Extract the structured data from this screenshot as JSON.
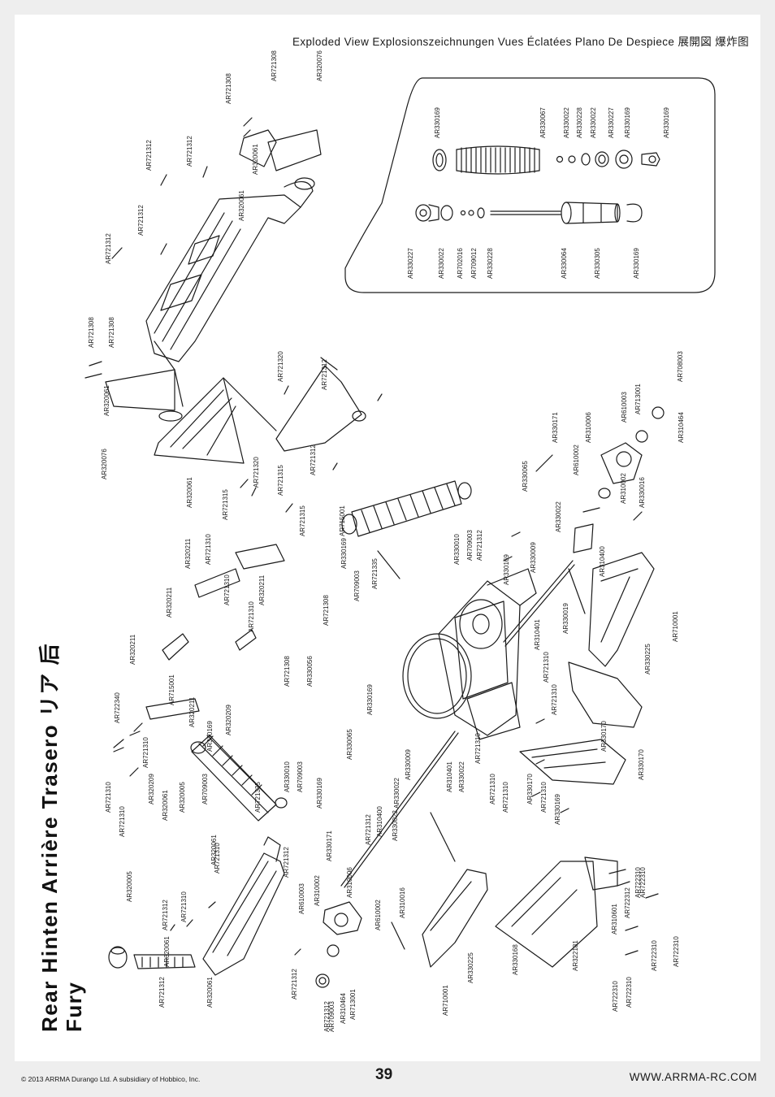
{
  "header": {
    "subtitle": "Exploded View  Explosionszeichnungen  Vues Éclatées  Plano De Despiece  展開図  爆炸图"
  },
  "title": {
    "line1": "Rear  Hinten  Arrière  Trasero  リア  后",
    "line2": "Fury"
  },
  "footer": {
    "copyright": "© 2013 ARRMA Durango Ltd. A subsidiary of Hobbico, Inc.",
    "page_number": "39",
    "website": "WWW.ARRMA-RC.COM"
  },
  "parts": [
    "AR721308",
    "AR721308",
    "AR721308",
    "AR721308",
    "AR320061",
    "AR320076",
    "AR721312",
    "AR721312",
    "AR721312",
    "AR721312",
    "AR320061",
    "AR320061",
    "AR320076",
    "AR320061",
    "AR721320",
    "AR721312",
    "AR721315",
    "AR721320",
    "AR721315",
    "AR721315",
    "AR721312",
    "AR320211",
    "AR721310",
    "AR721310",
    "AR320211",
    "AR320211",
    "AR721310",
    "AR320211",
    "AR722340",
    "AR715001",
    "AR320211",
    "AR330169",
    "AR320209",
    "AR721310",
    "AR721310",
    "AR721310",
    "AR320209",
    "AR320061",
    "AR320005",
    "AR721335",
    "AR709003",
    "AR721312",
    "AR721310",
    "AR320061",
    "AR320005",
    "AR721312",
    "AR721310",
    "AR320061",
    "AR721312",
    "AR320061",
    "AR721308",
    "AR330056",
    "AR721308",
    "AR330010",
    "AR709003",
    "AR330169",
    "AR330065",
    "AR330169",
    "AR330009",
    "AR330022",
    "AR310401",
    "AR330022",
    "AR721310",
    "AR721310",
    "AR721310",
    "AR310400",
    "AR330022",
    "AR721312",
    "AR721312",
    "AR330171",
    "AR310006",
    "AR310002",
    "AR610003",
    "AR310016",
    "AR610002",
    "AR721312",
    "AR709003",
    "AR310464",
    "AR713001",
    "AR330225",
    "AR710001",
    "AR330168",
    "AR322181",
    "AR310601",
    "AR722312",
    "AR722310",
    "AR722310",
    "AR722310",
    "AR722310",
    "AR722310",
    "AR722310",
    "AR715001",
    "AR330169",
    "AR709003",
    "AR721335",
    "AR330010",
    "AR709003",
    "AR721312",
    "AR330065",
    "AR330169",
    "AR330009",
    "AR330022",
    "AR330019",
    "AR310401",
    "AR721310",
    "AR721310",
    "AR330170",
    "AR330170",
    "AR330170",
    "AR721310",
    "AR330169",
    "AR330171",
    "AR610002",
    "AR310006",
    "AR310002",
    "AR330016",
    "AR310400",
    "AR610003",
    "AR713001",
    "AR708003",
    "AR310464",
    "AR330225",
    "AR710001",
    "AR330169",
    "AR330067",
    "AR330022",
    "AR330228",
    "AR330022",
    "AR330227",
    "AR330169",
    "AR330169",
    "AR330227",
    "AR330022",
    "AR702016",
    "AR709012",
    "AR330228",
    "AR330064",
    "AR330305",
    "AR330169"
  ]
}
